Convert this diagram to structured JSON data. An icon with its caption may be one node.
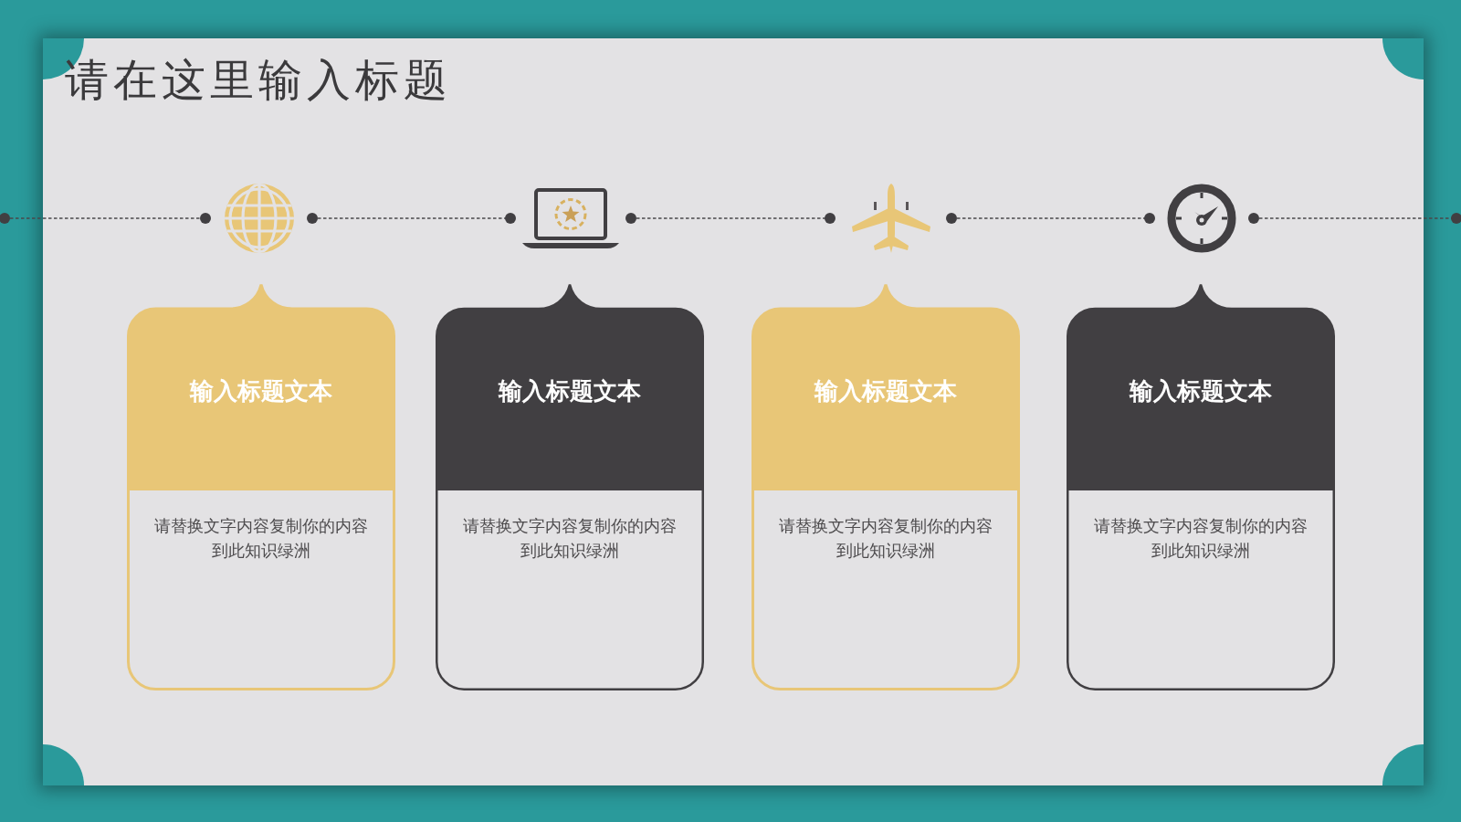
{
  "diagram": {
    "title": "请在这里输入标题",
    "nodes": [
      {
        "text": [],
        "shape": "picture"
      },
      {
        "text": [],
        "shape": "picture"
      },
      {
        "text": [],
        "shape": "picture"
      },
      {
        "text": [],
        "shape": "picture"
      },
      {
        "text": [
          "输入标题文本",
          "请替换文字内容复制你的内容到此知识绿洲"
        ]
      },
      {
        "text": [
          "输入标题文本",
          "请替换文字内容复制你的内容到此知识绿洲"
        ]
      },
      {
        "text": [
          "输入标题文本",
          "请替换文字内容复制你的内容到此知识绿洲"
        ]
      },
      {
        "text": [
          "输入标题文本",
          "请替换文字内容复制你的内容到此知识绿洲"
        ]
      }
    ],
    "edges": [
      {
        "from": null,
        "to": 0,
        "arrow": "other",
        "style": "dashed"
      },
      {
        "from": 0,
        "to": 1,
        "arrow": "other",
        "style": "dashed"
      },
      {
        "from": 1,
        "to": 2,
        "arrow": "other",
        "style": "dashed"
      },
      {
        "from": 2,
        "to": 3,
        "arrow": "other",
        "style": "dashed"
      },
      {
        "from": 3,
        "to": null,
        "arrow": "other",
        "style": "dashed"
      }
    ]
  }
}
